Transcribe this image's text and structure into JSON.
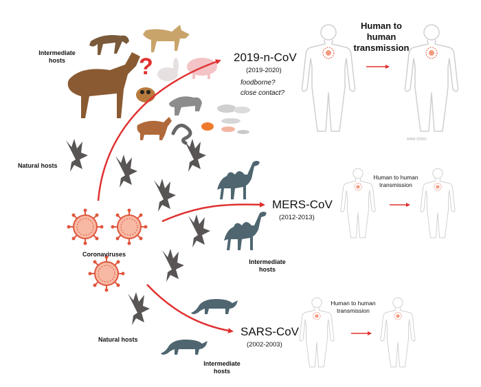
{
  "labels": {
    "intermediate_hosts_top": "Intermediate hosts",
    "natural_hosts_top": "Natural hosts",
    "coronaviruses": "Coronaviruses",
    "natural_hosts_bottom": "Natural hosts",
    "intermediate_hosts_mid": "Intermediate hosts",
    "intermediate_hosts_bottom": "Intermediate hosts",
    "question_mark": "?"
  },
  "viruses": [
    {
      "name": "2019-n-CoV",
      "years": "(2019-2020)",
      "notes": [
        "foodborne?",
        "close contact?"
      ]
    },
    {
      "name": "MERS-CoV",
      "years": "(2012-2013)"
    },
    {
      "name": "SARS-CoV",
      "years": "(2002-2003)"
    }
  ],
  "transmission": {
    "top": "Human to human transmission",
    "middle": "Human to human transmission",
    "bottom": "Human to human transmission"
  },
  "watermark": "AIRM 2020©",
  "colors": {
    "arrow": "#e03030",
    "body_outline": "#cfcfcf",
    "virus_fill": "#f39a7f",
    "virus_spike": "#e0563d",
    "camel": "#4f6670",
    "bat": "#595555",
    "horse": "#8a5a32"
  }
}
